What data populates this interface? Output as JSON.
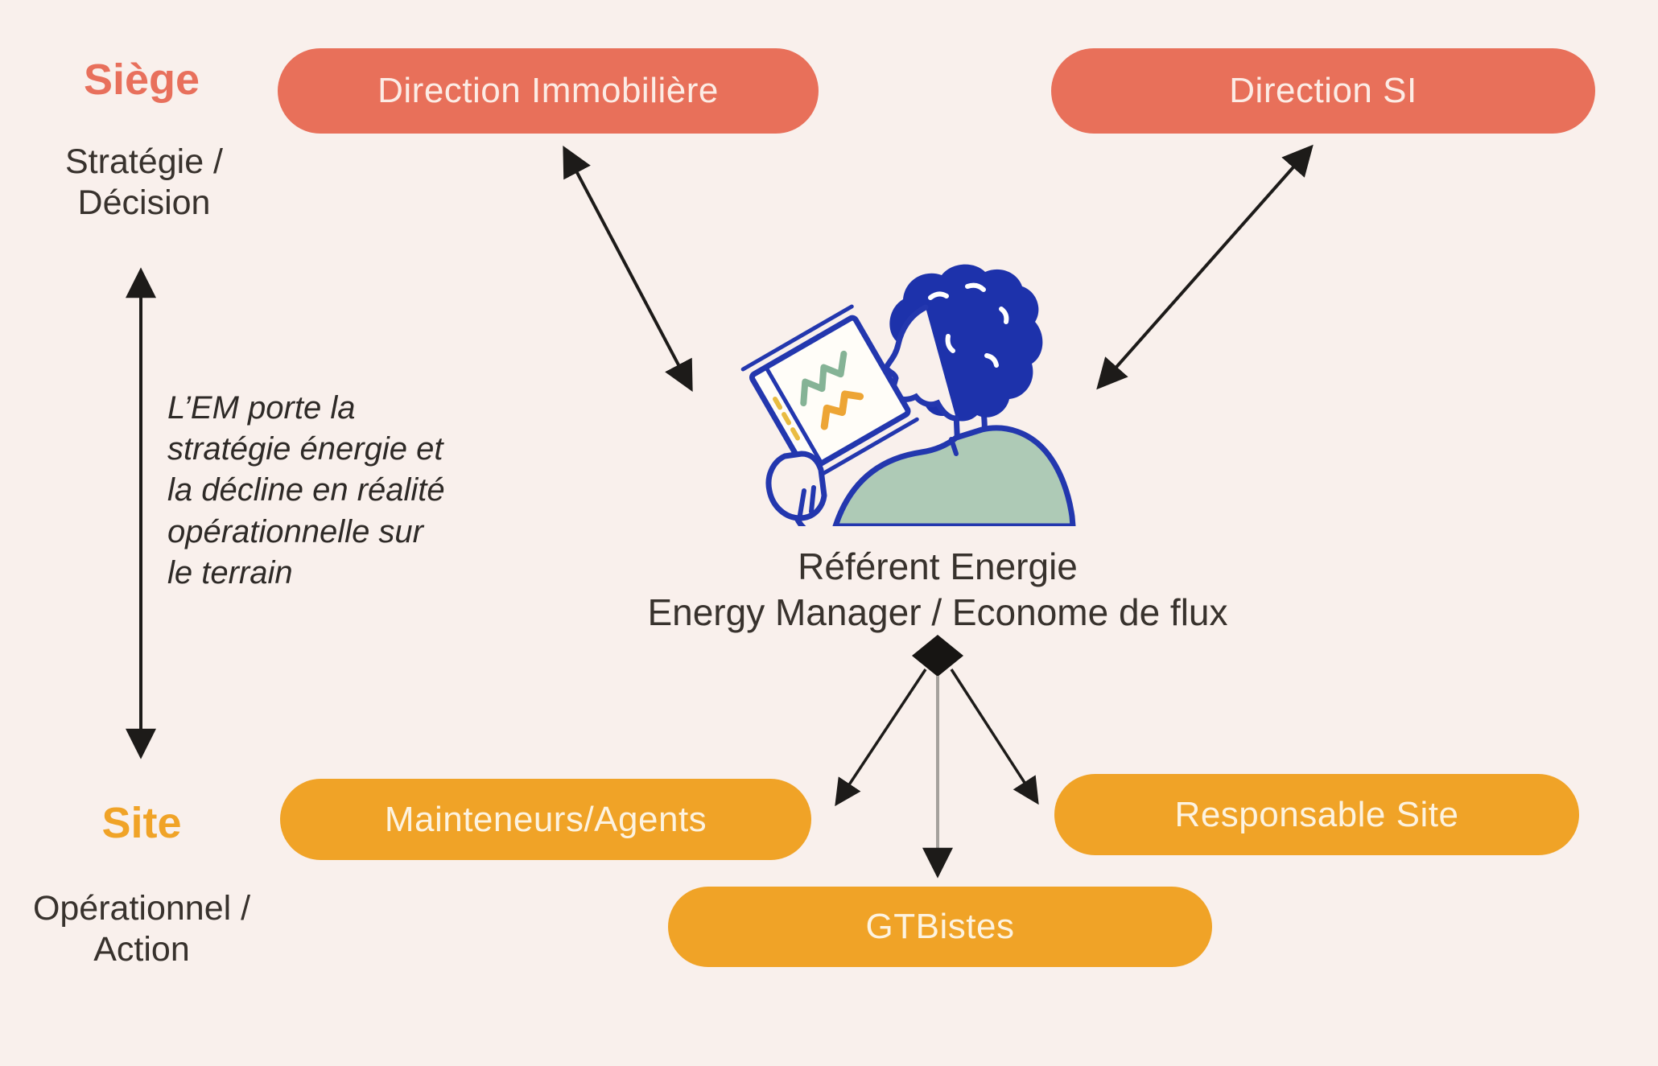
{
  "title": "Référent Energie — diagramme des relations",
  "colors": {
    "background": "#f9f0ec",
    "salmon_pill": "#e8705a",
    "orange_pill": "#f0a327",
    "siege_label": "#e8705c",
    "site_label": "#f0a327",
    "dark_text": "#38322d",
    "arrow_black": "#1d1b19",
    "arrow_gray": "#a5a19c",
    "illustration_blue": "#2337ae",
    "illustration_hair": "#1d32ab",
    "illustration_shirt": "#aecab6",
    "illustration_zigzag_green": "#85b396",
    "illustration_zigzag_orange": "#eda535"
  },
  "levels": {
    "siege_label": "Siège",
    "siege_sub": "Stratégie /\nDécision",
    "site_label": "Site",
    "site_sub": "Opérationnel /\nAction"
  },
  "annotation": "L’EM porte la\nstratégie énergie et\nla décline en réalité\nopérationnelle sur\nle terrain",
  "center": {
    "line1": "Référent Energie",
    "line2": "Energy Manager / Econome de flux",
    "illustration": "person-reading-energy-dashboard"
  },
  "nodes": {
    "direction_immobiliere": "Direction Immobilière",
    "direction_si": "Direction SI",
    "mainteneurs_agents": "Mainteneurs/Agents",
    "responsable_site": "Responsable Site",
    "gtbistes": "GTBistes"
  }
}
